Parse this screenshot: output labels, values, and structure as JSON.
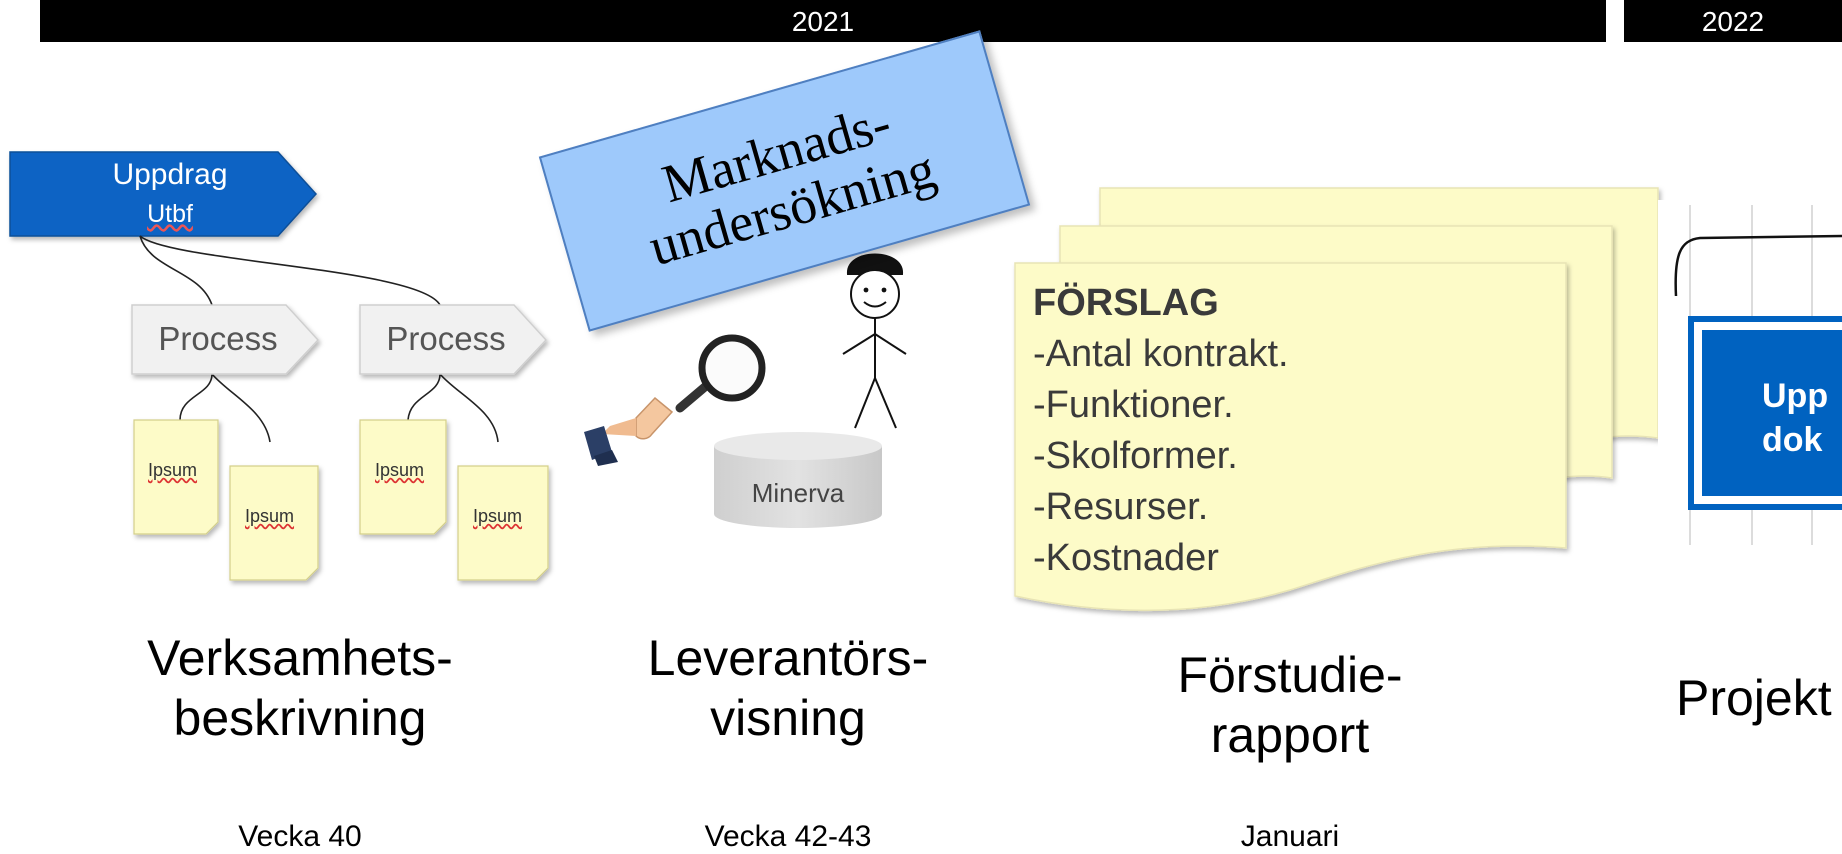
{
  "timeline": {
    "year_2021": "2021",
    "year_2022": "2022"
  },
  "business_description": {
    "assignment_title": "Uppdrag",
    "assignment_sub": "Utbf",
    "process_1": "Process",
    "process_2": "Process",
    "docs": [
      "Ipsum",
      "Ipsum",
      "Ipsum",
      "Ipsum"
    ],
    "caption_line1": "Verksamhets-",
    "caption_line2": "beskrivning",
    "week": "Vecka 40"
  },
  "market_research": {
    "line1": "Marknads-",
    "line2": "undersökning"
  },
  "supplier_demo": {
    "database_label": "Minerva",
    "caption_line1": "Leverantörs-",
    "caption_line2": "visning",
    "week": "Vecka 42-43"
  },
  "proposal": {
    "title": "FÖRSLAG",
    "items": [
      "-Antal kontrakt.",
      "-Funktioner.",
      "-Skolformer.",
      "-Resurser.",
      "-Kostnader"
    ]
  },
  "prestudy": {
    "caption_line1": "Förstudie-",
    "caption_line2": "rapport",
    "week": "Januari"
  },
  "project": {
    "box_line1": "Upp",
    "box_line2": "dok",
    "caption": "Projekt"
  },
  "colors": {
    "assignment_blue": "#0a64c4",
    "sticker_blue": "#9ec9fb",
    "note_yellow": "#fdfbc8",
    "process_grey": "#f1f1f1"
  }
}
